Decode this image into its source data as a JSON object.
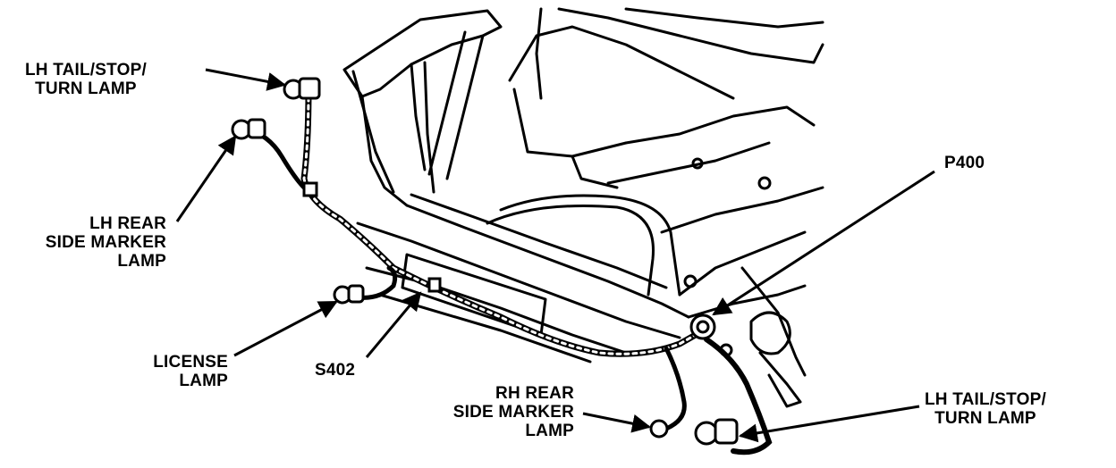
{
  "labels": {
    "lh_tail_top": [
      "LH TAIL/STOP/",
      "TURN LAMP"
    ],
    "lh_rear_side_marker": [
      "LH REAR",
      "SIDE MARKER",
      "LAMP"
    ],
    "license_lamp": [
      "LICENSE",
      "LAMP"
    ],
    "s402": "S402",
    "p400": "P400",
    "rh_rear_side_marker": [
      "RH REAR",
      "SIDE MARKER",
      "LAMP"
    ],
    "lh_tail_bottom": [
      "LH TAIL/STOP/",
      "TURN LAMP"
    ]
  }
}
